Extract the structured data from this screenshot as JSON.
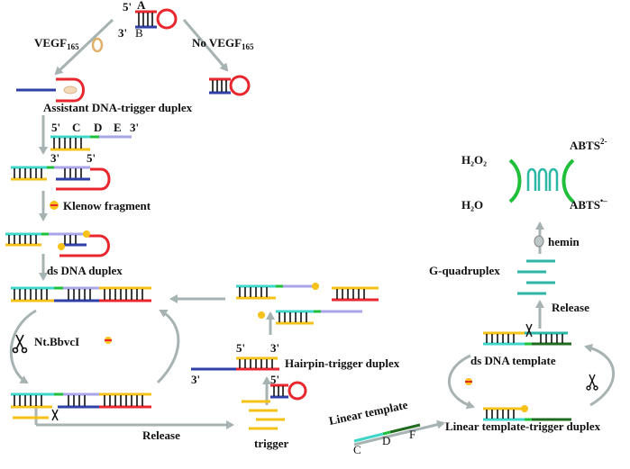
{
  "colors": {
    "red": "#e8262d",
    "blue": "#2e3fa8",
    "yellow": "#f6c218",
    "cyan": "#3ed6c8",
    "green": "#1fbf3a",
    "lavender": "#a8a6e8",
    "darkgreen": "#1f6b1f",
    "teal": "#2bb7a6",
    "arrow": "#a7b3b2",
    "dark": "#111111"
  },
  "labels": {
    "top_5prime": "5'",
    "top_A": "A",
    "top_3prime": "3'",
    "top_B": "B",
    "vegf_left": "VEGF",
    "vegf_left_sub": "165",
    "no_vegf": "No VEGF",
    "no_vegf_sub": "165",
    "assistant_duplex": "Assistant DNA-trigger duplex",
    "cde_5": "5'",
    "cde_C": "C",
    "cde_D": "D",
    "cde_E": "E",
    "cde_3": "3'",
    "pair_3": "3'",
    "pair_5": "5'",
    "klenow": "Klenow fragment",
    "ds_duplex": "ds DNA duplex",
    "nicking": "Nt.BbvcI",
    "release_left": "Release",
    "trigger": "trigger",
    "hairpin_duplex": "Hairpin-trigger duplex",
    "hp_5a": "5'",
    "hp_3a": "3'",
    "hp_3b": "3'",
    "hp_5b": "5'",
    "linear_template": "Linear template",
    "lt_C": "C",
    "lt_D": "D",
    "lt_F": "F",
    "linear_trigger_duplex": "Linear template-trigger duplex",
    "ds_template": "ds DNA template",
    "release_right": "Release",
    "g_quadruplex": "G-quadruplex",
    "hemin": "hemin",
    "h2o2": "H₂O₂",
    "h2o": "H₂O",
    "abts2": "ABTS",
    "abts2_sup": "2-",
    "abtsr": "ABTS",
    "abtsr_sup": "•–"
  },
  "icons": {
    "vegf_protein": "vegf-protein-icon",
    "klenow_enzyme": "klenow-enzyme-icon",
    "scissors": "scissors-icon",
    "hemin": "hemin-icon"
  }
}
